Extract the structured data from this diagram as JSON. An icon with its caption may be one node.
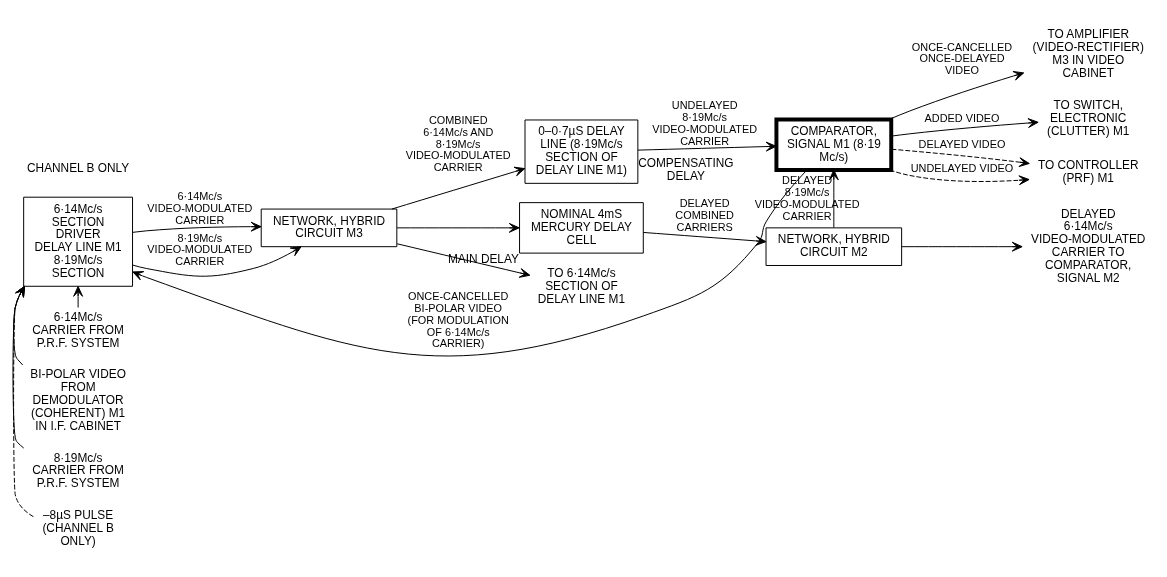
{
  "diagram": {
    "nodes": [
      {
        "text": [
          "6·14Mc/s SECTION",
          "DRIVER",
          "DELAY LINE M1",
          "8·19Mc/s SECTION"
        ]
      },
      {
        "text": [
          "NETWORK, HYBRID CIRCUIT M3"
        ]
      },
      {
        "text": [
          "0–0·7µS DELAY LINE (8·19Mc/s SECTION OF DELAY LINE M1)"
        ],
        "beside": [
          "COMPENSATING DELAY"
        ]
      },
      {
        "text": [
          "COMPARATOR, SIGNAL M1 (8·19 Mc/s)"
        ]
      },
      {
        "text": [
          "NOMINAL 4mS MERCURY DELAY CELL"
        ],
        "beside": [
          "MAIN DELAY"
        ]
      },
      {
        "text": [
          "NETWORK, HYBRID CIRCUIT M2"
        ]
      },
      {
        "text": [
          "6·14Mc/s CARRIER FROM P.R.F. SYSTEM"
        ]
      },
      {
        "text": [
          "BI-POLAR VIDEO FROM DEMODULATOR (COHERENT) M1 IN I.F. CABINET"
        ]
      },
      {
        "text": [
          "8·19Mc/s CARRIER FROM P.R.F. SYSTEM"
        ]
      },
      {
        "text": [
          "–8µS PULSE (CHANNEL B ONLY)"
        ]
      },
      {
        "text": [
          "TO 6·14Mc/s SECTION OF DELAY LINE M1"
        ]
      },
      {
        "text": [
          "TO AMPLIFIER (VIDEO-RECTIFIER) M3 IN VIDEO CABINET"
        ]
      },
      {
        "text": [
          "TO SWITCH, ELECTRONIC (CLUTTER) M1"
        ]
      },
      {
        "text": [
          "DELAYED 6·14Mc/s VIDEO-MODULATED CARRIER TO COMPARATOR, SIGNAL M2"
        ]
      },
      {
        "text": [
          "TO CONTROLLER (PRF) M1"
        ]
      }
    ],
    "edges": [
      {
        "from": 6,
        "to": 0,
        "arrow": "to"
      },
      {
        "from": 7,
        "to": 0,
        "arrow": "to"
      },
      {
        "from": 8,
        "to": 0,
        "arrow": "to"
      },
      {
        "from": 9,
        "to": 0,
        "arrow": "to",
        "style": "dashed"
      },
      {
        "from": 0,
        "to": 1,
        "arrow": "to",
        "label": "6·14Mc/s VIDEO-MODULATED CARRIER"
      },
      {
        "from": 0,
        "to": 1,
        "arrow": "to",
        "label": "8·19Mc/s VIDEO-MODULATED CARRIER"
      },
      {
        "from": 1,
        "to": 2,
        "arrow": "to",
        "label": "COMBINED 6·14Mc/s AND 8·19Mc/s VIDEO-MODULATED CARRIER"
      },
      {
        "from": 1,
        "to": 4,
        "arrow": "to"
      },
      {
        "from": 1,
        "to": 10,
        "arrow": "to"
      },
      {
        "from": 2,
        "to": 3,
        "arrow": "to",
        "label": "UNDELAYED 8·19Mc/s VIDEO-MODULATED CARRIER"
      },
      {
        "from": 4,
        "to": 5,
        "arrow": "to",
        "label": "DELAYED COMBINED CARRIERS"
      },
      {
        "from": 5,
        "to": 3,
        "arrow": "to",
        "label": "DELAYED 8·19Mc/s VIDEO-MODULATED CARRIER"
      },
      {
        "from": 5,
        "to": 13,
        "arrow": "to"
      },
      {
        "from": 3,
        "to": 11,
        "arrow": "to",
        "label": "ONCE-CANCELLED ONCE-DELAYED VIDEO"
      },
      {
        "from": 3,
        "to": 0,
        "arrow": "to",
        "label": "ONCE-CANCELLED BI-POLAR VIDEO (FOR MODULATION OF 6·14Mc/s CARRIER)"
      },
      {
        "from": 3,
        "to": 12,
        "arrow": "to",
        "label": "ADDED VIDEO"
      },
      {
        "from": 3,
        "to": 14,
        "arrow": "to",
        "style": "dashed",
        "label": "DELAYED VIDEO"
      },
      {
        "from": 3,
        "to": 14,
        "arrow": "to",
        "style": "dashed",
        "label": "UNDELAYED VIDEO"
      }
    ],
    "labels": [
      "CHANNEL B ONLY"
    ]
  }
}
